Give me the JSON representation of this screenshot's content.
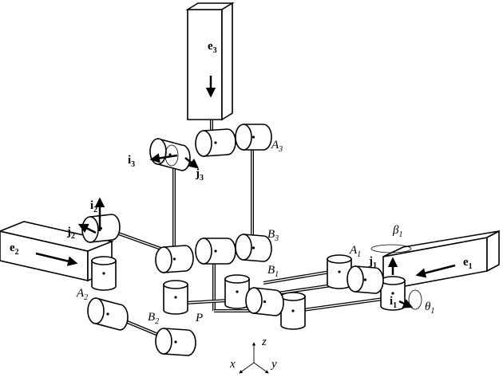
{
  "labels": [
    {
      "id": "e3",
      "main": "e",
      "sub": "3",
      "bold": true
    },
    {
      "id": "i3",
      "main": "i",
      "sub": "3",
      "bold": true
    },
    {
      "id": "j3",
      "main": "j",
      "sub": "3",
      "bold": true
    },
    {
      "id": "A3",
      "main": "A",
      "sub": "3",
      "bold": false
    },
    {
      "id": "B3",
      "main": "B",
      "sub": "3",
      "bold": false
    },
    {
      "id": "i2",
      "main": "i",
      "sub": "2",
      "bold": true
    },
    {
      "id": "j2",
      "main": "j",
      "sub": "2",
      "bold": true
    },
    {
      "id": "e2",
      "main": "e",
      "sub": "2",
      "bold": true
    },
    {
      "id": "A2",
      "main": "A",
      "sub": "2",
      "bold": false
    },
    {
      "id": "B2",
      "main": "B",
      "sub": "2",
      "bold": false
    },
    {
      "id": "P",
      "main": "P",
      "sub": "",
      "bold": false
    },
    {
      "id": "B1",
      "main": "B",
      "sub": "1",
      "bold": false
    },
    {
      "id": "A1",
      "main": "A",
      "sub": "1",
      "bold": false
    },
    {
      "id": "beta1",
      "main": "β",
      "sub": "1",
      "bold": false
    },
    {
      "id": "j1",
      "main": "j",
      "sub": "1",
      "bold": true
    },
    {
      "id": "e1",
      "main": "e",
      "sub": "1",
      "bold": true
    },
    {
      "id": "i1",
      "main": "i",
      "sub": "1",
      "bold": true
    },
    {
      "id": "theta1",
      "main": "θ",
      "sub": "1",
      "bold": false
    },
    {
      "id": "x",
      "main": "x",
      "sub": "",
      "bold": false
    },
    {
      "id": "y",
      "main": "y",
      "sub": "",
      "bold": false
    },
    {
      "id": "z",
      "main": "z",
      "sub": "",
      "bold": false
    }
  ]
}
